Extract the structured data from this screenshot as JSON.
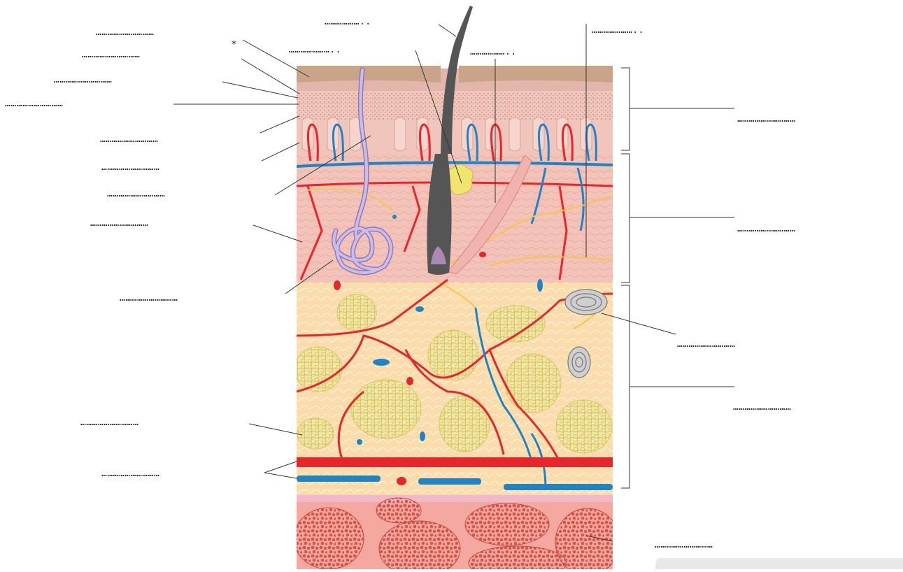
{
  "diagram": {
    "subject": "skin-cross-section",
    "blank_line": "…………………………",
    "asterisk": "*",
    "label_slots": [
      {
        "id": "top-left-1",
        "text": "…………………………"
      },
      {
        "id": "top-left-2",
        "text": "…………………………"
      },
      {
        "id": "top-left-3",
        "text": "…………………………"
      },
      {
        "id": "top-left-4",
        "text": "…………………………"
      },
      {
        "id": "left-5",
        "text": "…………………………"
      },
      {
        "id": "left-6",
        "text": "…………………………"
      },
      {
        "id": "left-7",
        "text": "…………………………"
      },
      {
        "id": "left-8",
        "text": "…………………………"
      },
      {
        "id": "left-9",
        "text": "…………………………"
      },
      {
        "id": "left-10",
        "text": "…………………………"
      },
      {
        "id": "left-11",
        "text": "…………………………"
      },
      {
        "id": "top-hair",
        "text": "……………….."
      },
      {
        "id": "top-gland",
        "text": "………………….."
      },
      {
        "id": "top-muscle",
        "text": "……………….."
      },
      {
        "id": "top-nerve",
        "text": "………………….."
      },
      {
        "id": "right-epidermis",
        "text": "…………………………"
      },
      {
        "id": "right-dermis",
        "text": "…………………………"
      },
      {
        "id": "right-corpuscle",
        "text": "…………………………"
      },
      {
        "id": "right-hypodermis",
        "text": "…………………………"
      },
      {
        "id": "bottom-muscle",
        "text": "…………………………"
      }
    ],
    "colors": {
      "epidermis_top": "#c9a488",
      "epidermis_mid": "#e2b6aa",
      "dermis": "#f3c2b8",
      "hypodermis": "#fbdcaa",
      "fat_cells": "#e9e58a",
      "artery": "#e8252a",
      "vein": "#1f84c4",
      "nerve": "#f7c64c",
      "hair": "#555555",
      "sweat_gland": "#b9a6d6",
      "muscle": "#e36b60",
      "muscle_bg": "#f4a8a0"
    }
  }
}
